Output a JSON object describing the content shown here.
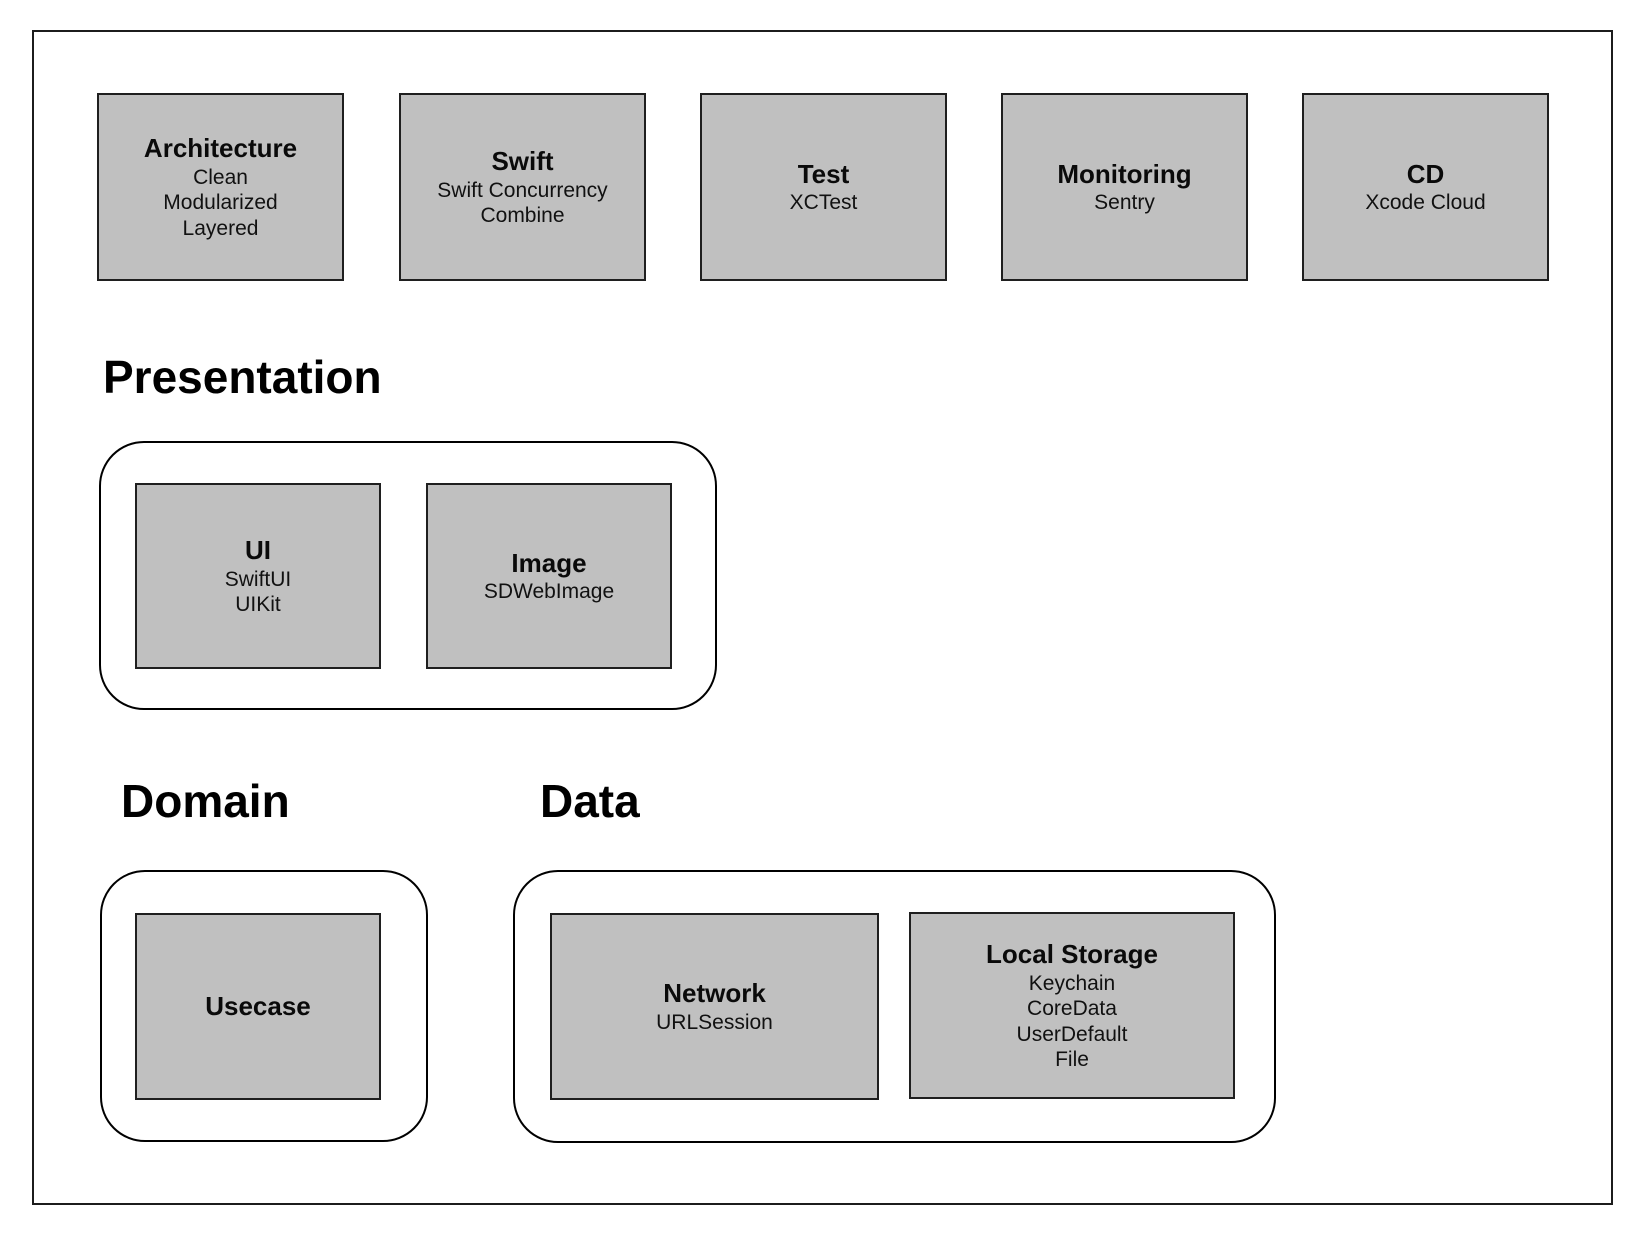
{
  "diagram": {
    "colors": {
      "background": "#ffffff",
      "box_fill": "#c0c0c0",
      "box_border": "#1f1f1f",
      "outline": "#000000"
    },
    "top_row": [
      {
        "title": "Architecture",
        "items": [
          "Clean",
          "Modularized",
          "Layered"
        ]
      },
      {
        "title": "Swift",
        "items": [
          "Swift Concurrency",
          "Combine"
        ]
      },
      {
        "title": "Test",
        "items": [
          "XCTest"
        ]
      },
      {
        "title": "Monitoring",
        "items": [
          "Sentry"
        ]
      },
      {
        "title": "CD",
        "items": [
          "Xcode Cloud"
        ]
      }
    ],
    "sections": {
      "presentation": {
        "heading": "Presentation",
        "boxes": {
          "ui": {
            "title": "UI",
            "items": [
              "SwiftUI",
              "UIKit"
            ]
          },
          "image": {
            "title": "Image",
            "items": [
              "SDWebImage"
            ]
          }
        }
      },
      "domain": {
        "heading": "Domain",
        "boxes": {
          "usecase": {
            "title": "Usecase",
            "items": []
          }
        }
      },
      "data": {
        "heading": "Data",
        "boxes": {
          "network": {
            "title": "Network",
            "items": [
              "URLSession"
            ]
          },
          "local_storage": {
            "title": "Local Storage",
            "items": [
              "Keychain",
              "CoreData",
              "UserDefault",
              "File"
            ]
          }
        }
      }
    }
  }
}
